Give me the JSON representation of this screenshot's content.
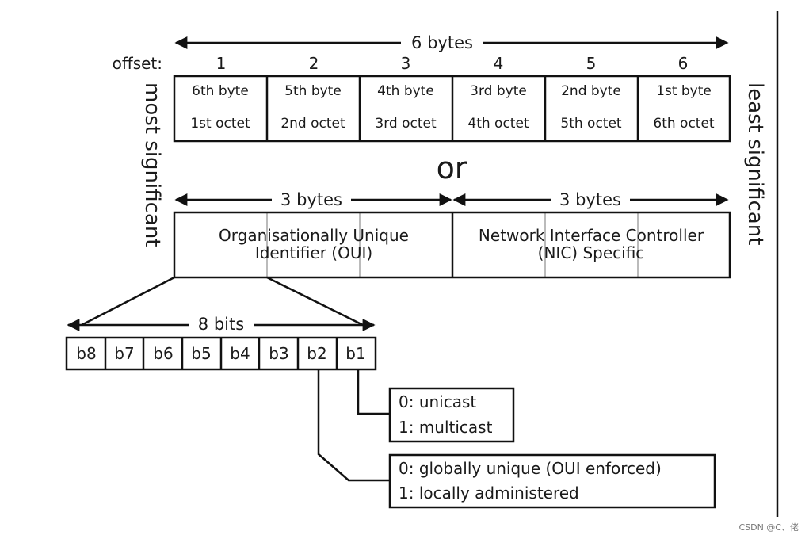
{
  "top": {
    "bytes_label": "6 bytes",
    "offset_label": "offset:",
    "offsets": [
      "1",
      "2",
      "3",
      "4",
      "5",
      "6"
    ],
    "bytes": [
      {
        "byte": "6th byte",
        "octet": "1st octet"
      },
      {
        "byte": "5th byte",
        "octet": "2nd octet"
      },
      {
        "byte": "4th byte",
        "octet": "3rd octet"
      },
      {
        "byte": "3rd byte",
        "octet": "4th octet"
      },
      {
        "byte": "2nd byte",
        "octet": "5th octet"
      },
      {
        "byte": "1st byte",
        "octet": "6th octet"
      }
    ]
  },
  "or_label": "or",
  "split": {
    "left_bytes_label": "3 bytes",
    "right_bytes_label": "3 bytes",
    "oui": {
      "line1": "Organisationally Unique",
      "line2": "Identifier (OUI)"
    },
    "nic": {
      "line1": "Network Interface Controller",
      "line2": "(NIC) Specific"
    }
  },
  "side_labels": {
    "left": "most significant",
    "right": "least significant"
  },
  "bits": {
    "label": "8 bits",
    "cells": [
      "b8",
      "b7",
      "b6",
      "b5",
      "b4",
      "b3",
      "b2",
      "b1"
    ]
  },
  "b1_box": {
    "line1": "0: unicast",
    "line2": "1: multicast"
  },
  "b2_box": {
    "line1": "0: globally unique (OUI enforced)",
    "line2": "1: locally administered"
  },
  "watermark": "CSDN @C、佬"
}
